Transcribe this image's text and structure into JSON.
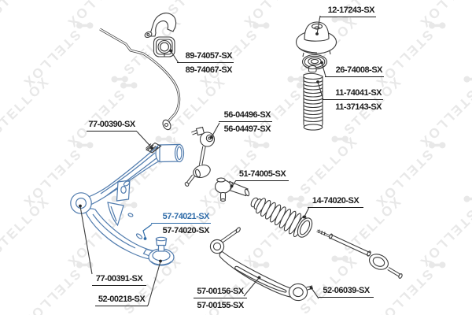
{
  "watermark": {
    "text": "STELLOX",
    "color": "#e8e8e8",
    "icon": "wrench-icon"
  },
  "colors": {
    "highlight_link": "#2e6ba8",
    "highlight_part_outline": "#517cae",
    "line_art": "#3b3b3b"
  },
  "labels": {
    "strut_mount": "12-17243-SX",
    "strut_bearing": "26-74008-SX",
    "strut_boot_a": "11-74041-SX",
    "strut_boot_b": "11-37143-SX",
    "stab_bushing_a": "89-74057-SX",
    "stab_bushing_b": "89-74067-SX",
    "stab_link_a": "56-04496-SX",
    "stab_link_b": "56-04497-SX",
    "arm_front_bush": "77-00390-SX",
    "control_arm_a": "57-74021-SX",
    "control_arm_b": "57-74020-SX",
    "tie_rod_end": "51-74005-SX",
    "steering_boot": "14-74020-SX",
    "arm_rear_bush": "77-00391-SX",
    "ball_joint": "52-00218-SX",
    "lateral_link_a": "57-00156-SX",
    "lateral_link_b": "57-00155-SX",
    "inner_tie_rod": "52-06039-SX"
  }
}
